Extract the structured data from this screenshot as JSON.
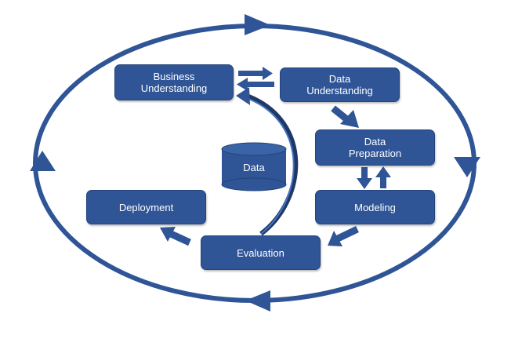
{
  "colors": {
    "primary": "#2f5597",
    "border": "#24447a",
    "text": "#ffffff"
  },
  "phases": {
    "business_understanding": {
      "line1": "Business",
      "line2": "Understanding"
    },
    "data_understanding": {
      "line1": "Data",
      "line2": "Understanding"
    },
    "data_preparation": {
      "line1": "Data",
      "line2": "Preparation"
    },
    "modeling": {
      "label": "Modeling"
    },
    "evaluation": {
      "label": "Evaluation"
    },
    "deployment": {
      "label": "Deployment"
    }
  },
  "data_store": {
    "label": "Data"
  }
}
